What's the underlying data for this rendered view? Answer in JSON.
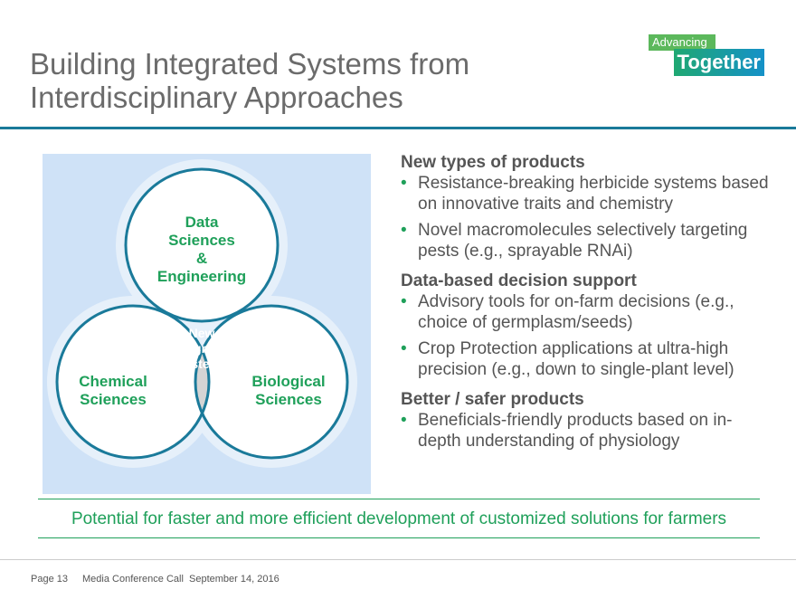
{
  "title": [
    "Building Integrated Systems from",
    "Interdisciplinary Approaches"
  ],
  "logo": {
    "line1": "Advancing",
    "line2": "Together"
  },
  "diagram": {
    "top": [
      "Data",
      "Sciences",
      "&",
      "Engineering"
    ],
    "left": [
      "Chemical",
      "Sciences"
    ],
    "right": [
      "Biological",
      "Sciences"
    ],
    "center": [
      "New",
      "Integrated",
      "Systems"
    ]
  },
  "sections": [
    {
      "heading": "New types of products",
      "bullets": [
        "Resistance-breaking herbicide systems based on innovative traits and chemistry",
        "Novel macromolecules selectively targeting pests (e.g., sprayable RNAi)"
      ]
    },
    {
      "heading": "Data-based decision support",
      "bullets": [
        "Advisory tools for on-farm decisions (e.g., choice of germplasm/seeds)",
        "Crop Protection applications at ultra-high precision (e.g., down to single-plant level)"
      ]
    },
    {
      "heading": "Better / safer products",
      "bullets": [
        "Beneficials-friendly products based on in-depth understanding of physiology"
      ]
    }
  ],
  "tagline": "Potential for faster and more efficient development of customized solutions for farmers",
  "footer": {
    "page": "Page 13",
    "event": "Media Conference Call  September 14, 2016"
  },
  "colors": {
    "accent": "#1fa05a",
    "rule": "#1a7a9a",
    "panel": "#cfe2f7"
  }
}
